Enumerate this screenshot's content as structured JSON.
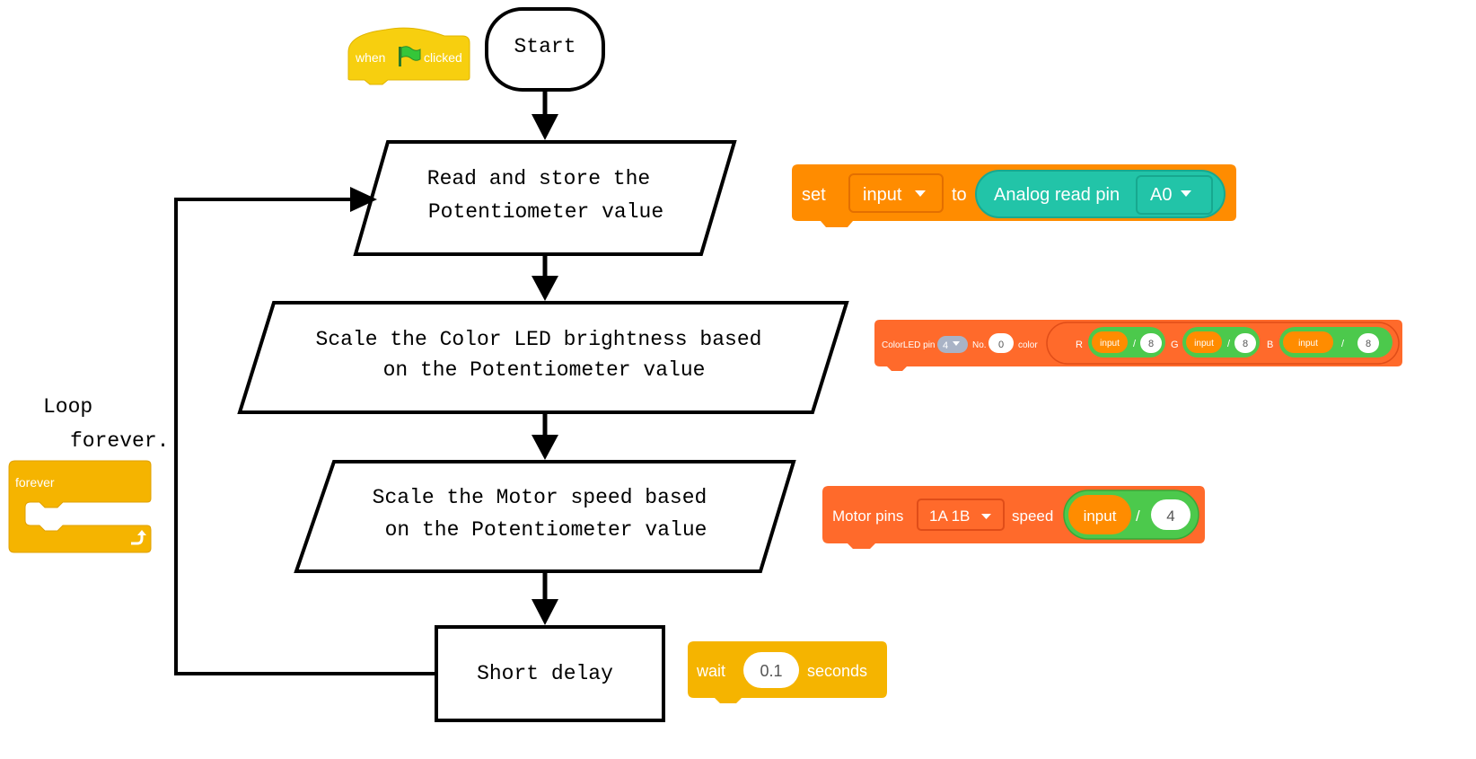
{
  "flowchart": {
    "start": "Start",
    "step1": [
      "Read and store the",
      "Potentiometer value"
    ],
    "step2": [
      "Scale the Color LED brightness based",
      "on the Potentiometer value"
    ],
    "step3": [
      "Scale the Motor speed based",
      "on the Potentiometer value"
    ],
    "step4": "Short delay",
    "loop": [
      "Loop",
      "forever."
    ]
  },
  "blocks": {
    "hat": {
      "when": "when",
      "clicked": "clicked"
    },
    "forever": {
      "label": "forever"
    },
    "set": {
      "set": "set",
      "variable": "input",
      "to": "to",
      "reporter": "Analog read pin",
      "pin": "A0"
    },
    "colorled": {
      "label": "ColorLED pin",
      "pin": "4",
      "no_label": "No.",
      "no": "0",
      "color_label": "color",
      "r": "R",
      "g": "G",
      "b": "B",
      "var": "input",
      "slash": "/",
      "divisor": "8"
    },
    "motor": {
      "label": "Motor pins",
      "pins": "1A 1B",
      "speed_label": "speed",
      "var": "input",
      "slash": "/",
      "divisor": "4"
    },
    "wait": {
      "wait": "wait",
      "value": "0.1",
      "seconds": "seconds"
    }
  },
  "colors": {
    "yellow": "#f5b400",
    "hat_yellow": "#f7cf0f",
    "orange": "#ff8c00",
    "teal": "#22c4a8",
    "red_orange": "#ff6a2b",
    "green": "#4cc94c",
    "flag_green": "#35c639"
  }
}
